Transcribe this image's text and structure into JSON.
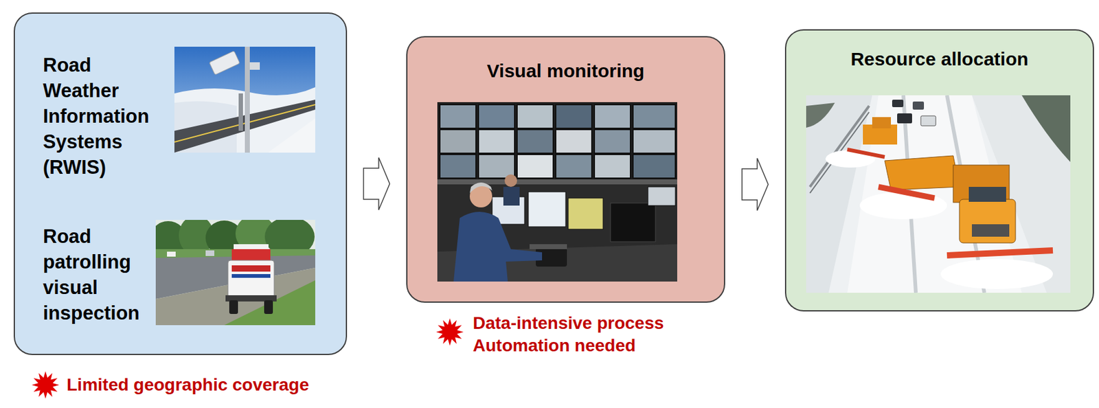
{
  "diagram": {
    "nodes": [
      {
        "text": [
          "Road Weather Information Systems (RWIS)",
          "Road patrolling visual inspection"
        ]
      },
      {
        "text": [
          "Visual monitoring"
        ]
      },
      {
        "text": [
          "Resource allocation"
        ]
      }
    ],
    "edges": [
      {
        "from": 0,
        "to": 1,
        "arrow": "to"
      },
      {
        "from": 1,
        "to": 2,
        "arrow": "to"
      }
    ],
    "labels": [
      "Limited geographic coverage",
      "Data-intensive process",
      "Automation needed"
    ]
  }
}
